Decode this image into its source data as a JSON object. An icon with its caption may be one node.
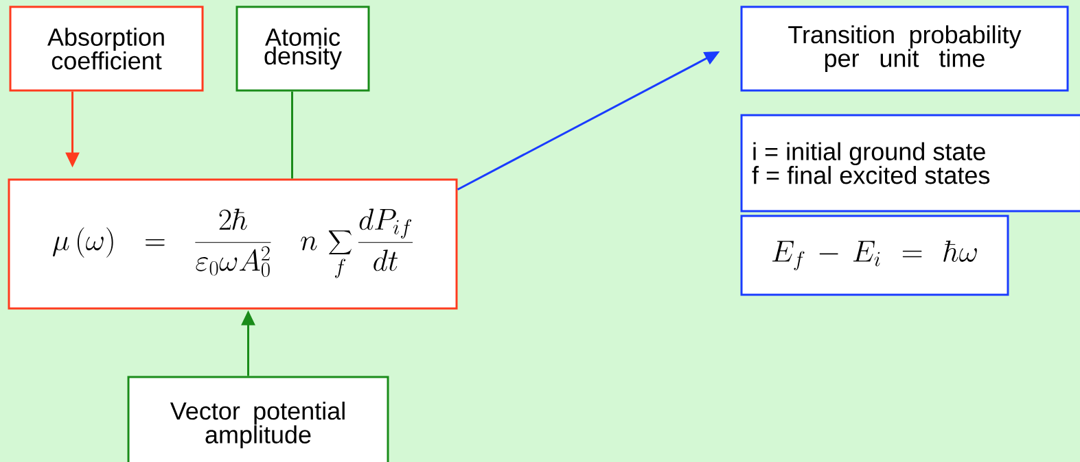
{
  "diagram": {
    "nodes": [
      {
        "text": [
          "Absorption coefficient"
        ]
      },
      {
        "text": [
          "Atomic density"
        ]
      },
      {
        "text": [
          "\\mu\\left(\\omega\\right)=\\frac{2\\hbar}{\\varepsilon_0\\omega A_0^2}\\;n\\,\\sum_f\\frac{dP_{if}}{dt}"
        ]
      },
      {
        "text": [
          "Vector potential amplitude"
        ]
      },
      {
        "text": [
          "Transition probability per unit time"
        ]
      },
      {
        "text": [
          "i = initial ground state",
          "f = final excited states"
        ]
      },
      {
        "text": [
          "E_f-E_i=\\hbar\\omega"
        ]
      }
    ],
    "edges": [
      {
        "from": 0,
        "to": 2,
        "arrow": "to",
        "color": "#ff3b1f"
      },
      {
        "from": 1,
        "to": 2,
        "arrow": "none",
        "color": "#1a8c1a"
      },
      {
        "from": 3,
        "to": 2,
        "arrow": "to",
        "color": "#1a8c1a"
      },
      {
        "from": 2,
        "to": 4,
        "arrow": "to",
        "color": "#1a3cff"
      }
    ]
  }
}
